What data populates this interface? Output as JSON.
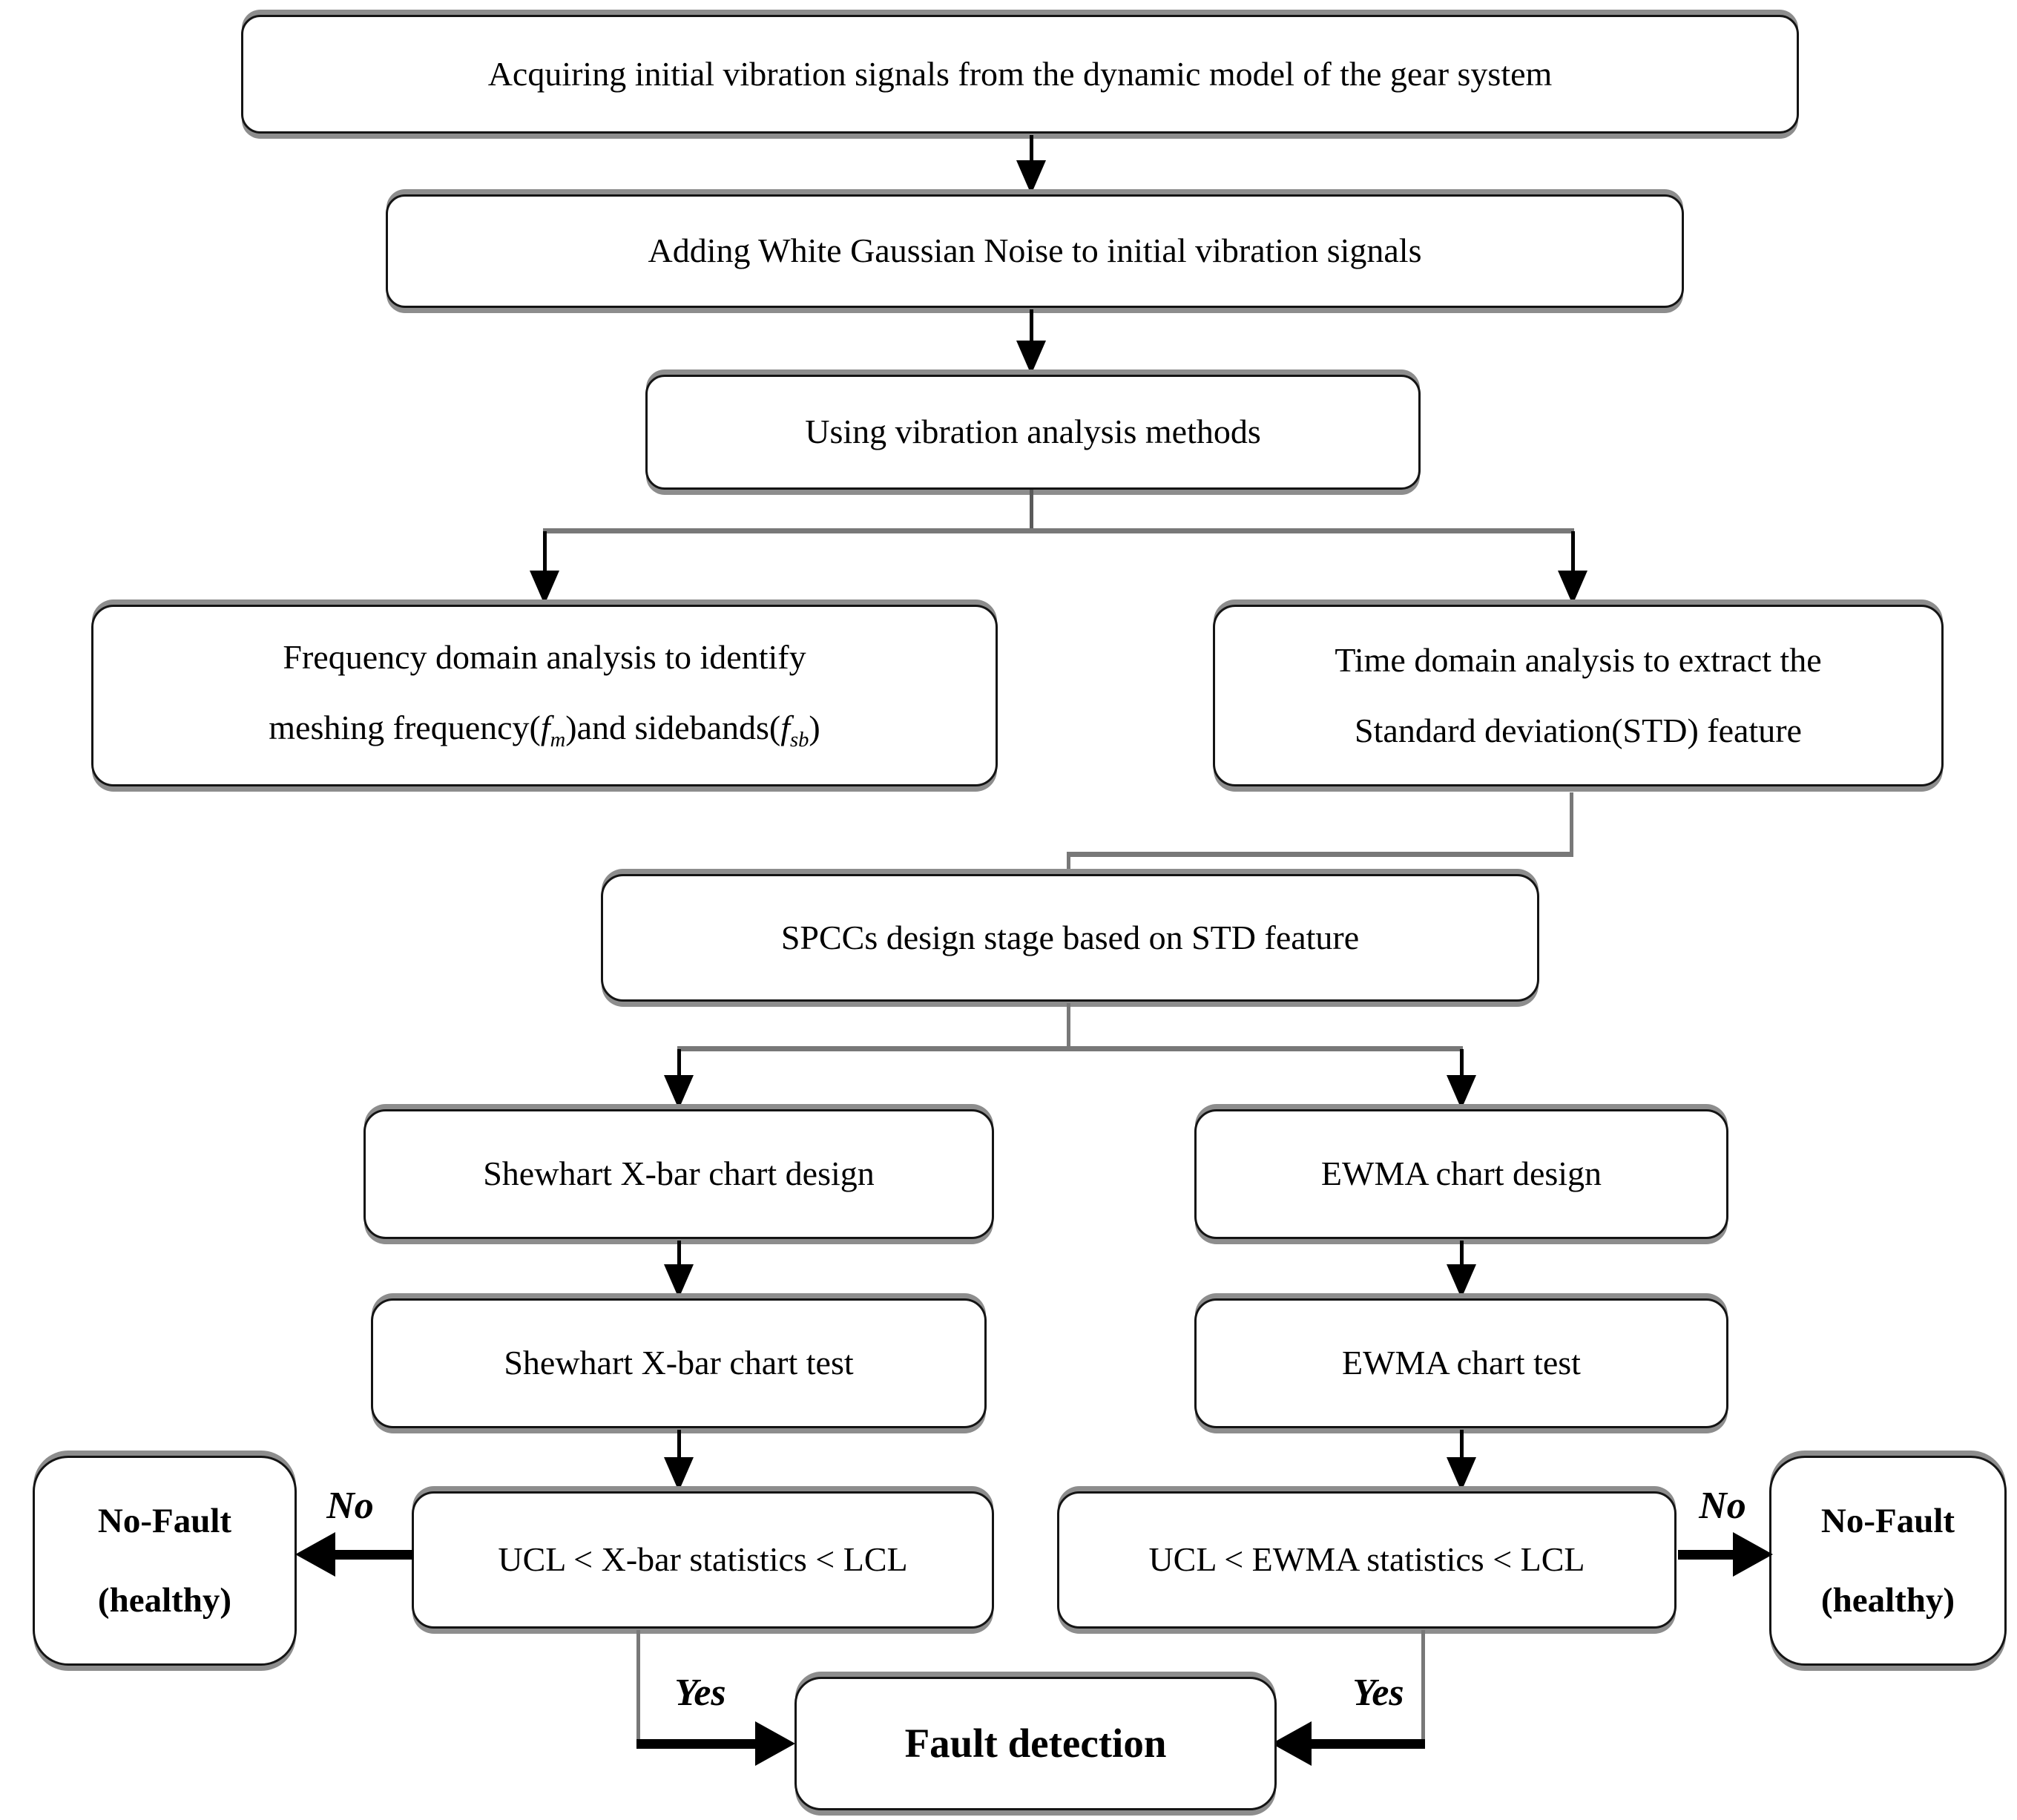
{
  "diagram": {
    "nodes": {
      "acquire": "Acquiring initial vibration signals from the dynamic model of the gear system",
      "noise": "Adding White Gaussian Noise to initial vibration signals",
      "vibration": "Using vibration analysis methods",
      "freq_line1": "Frequency domain analysis to identify",
      "freq_l2_pre": "meshing frequency(",
      "freq_l2_f1": "f",
      "freq_l2_sub1": "m",
      "freq_l2_mid": ")and sidebands(",
      "freq_l2_f2": "f",
      "freq_l2_sub2": "sb",
      "freq_l2_post": ")",
      "time_line1": "Time domain analysis to extract the",
      "time_line2": "Standard deviation(STD) feature",
      "spcc": "SPCCs design stage based on STD feature",
      "shewhart_design": "Shewhart X-bar chart design",
      "ewma_design": "EWMA chart design",
      "shewhart_test": "Shewhart X-bar chart test",
      "ewma_test": "EWMA chart test",
      "xbar_decision": "UCL < X-bar statistics < LCL",
      "ewma_decision": "UCL < EWMA statistics < LCL",
      "nofault_left_line1": "No-Fault",
      "nofault_left_line2": "(healthy)",
      "nofault_right_line1": "No-Fault",
      "nofault_right_line2": "(healthy)",
      "fault": "Fault detection"
    },
    "labels": {
      "no_left": "No",
      "no_right": "No",
      "yes_left": "Yes",
      "yes_right": "Yes"
    },
    "colors": {
      "box_border": "#141414",
      "box_shadow_gray": "#8d8d8d",
      "connector_gray": "#787878",
      "arrow_black": "#000000",
      "background": "#ffffff"
    }
  }
}
